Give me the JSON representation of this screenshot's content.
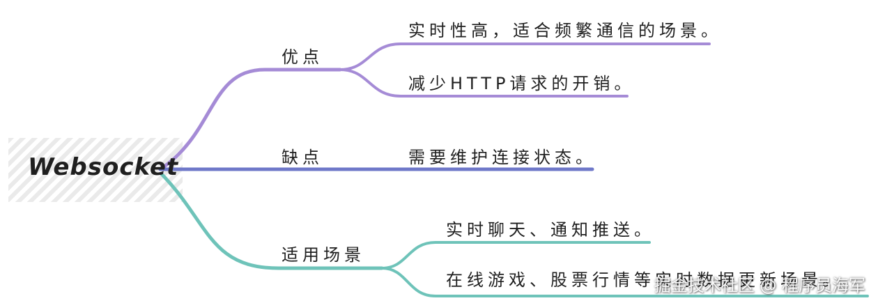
{
  "root": {
    "label": "Websocket"
  },
  "branches": [
    {
      "label": "优点",
      "color": "#a58bd6",
      "leaves": [
        "实时性高，适合频繁通信的场景。",
        "减少HTTP请求的开销。"
      ]
    },
    {
      "label": "缺点",
      "color": "#6f78c9",
      "leaves": [
        "需要维护连接状态。"
      ]
    },
    {
      "label": "适用场景",
      "color": "#6ec3b9",
      "leaves": [
        "实时聊天、通知推送。",
        "在线游戏、股票行情等实时数据更新场景。"
      ]
    }
  ],
  "watermark": "掘金技术社区 @ 程序员海军"
}
